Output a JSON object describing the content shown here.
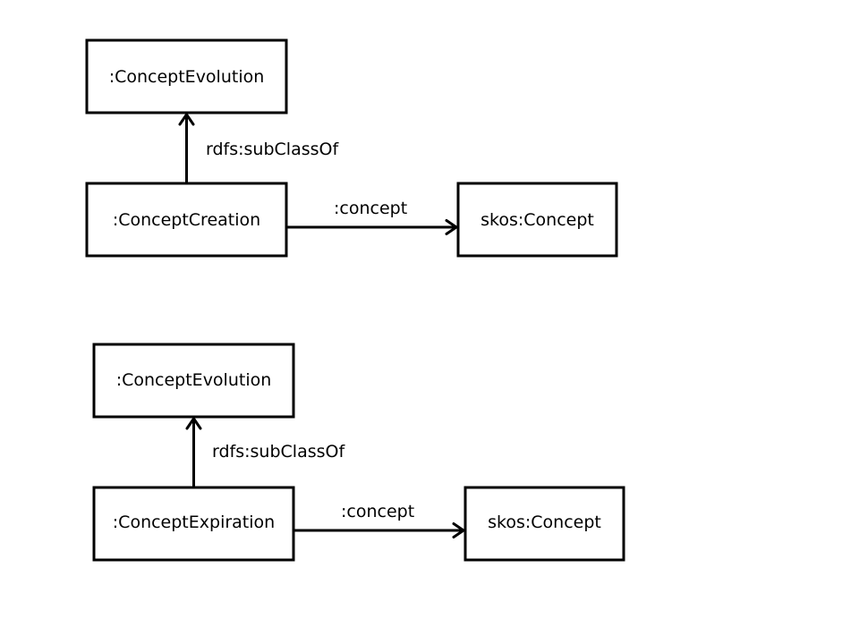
{
  "colors": {
    "background": "#ffffff",
    "stroke": "#000000",
    "text": "#000000"
  },
  "diagrams": [
    {
      "nodes": {
        "parent": ":ConceptEvolution",
        "subject": ":ConceptCreation",
        "object": "skos:Concept"
      },
      "edges": {
        "subclass": "rdfs:subClassOf",
        "property": ":concept"
      }
    },
    {
      "nodes": {
        "parent": ":ConceptEvolution",
        "subject": ":ConceptExpiration",
        "object": "skos:Concept"
      },
      "edges": {
        "subclass": "rdfs:subClassOf",
        "property": ":concept"
      }
    }
  ]
}
